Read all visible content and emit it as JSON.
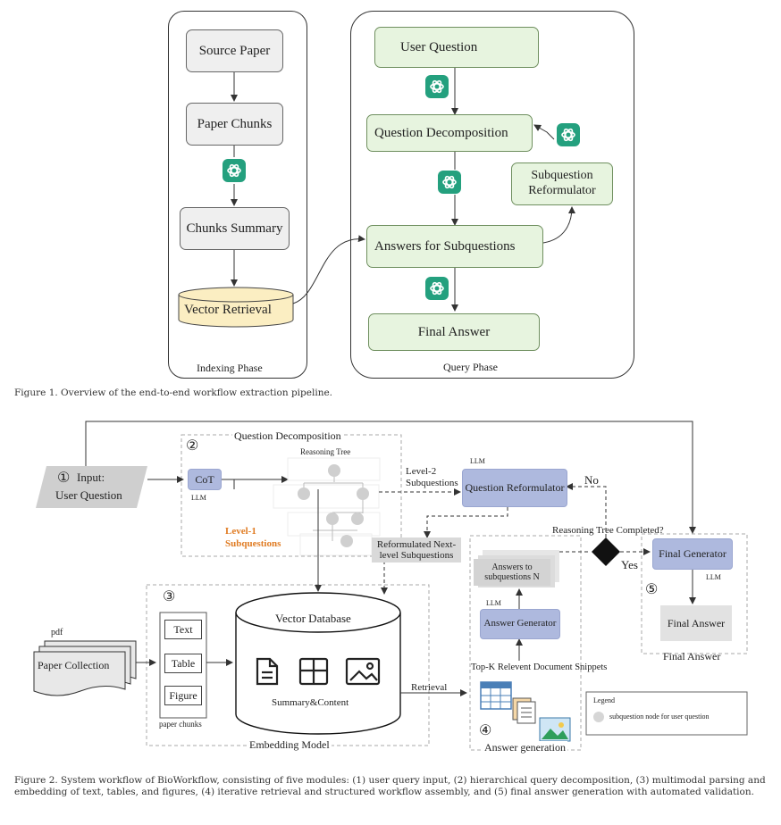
{
  "figure1": {
    "indexing": {
      "source_paper": "Source Paper",
      "paper_chunks": "Paper Chunks",
      "chunks_summary": "Chunks Summary",
      "vector_retrieval": "Vector Retrieval",
      "phase_label": "Indexing Phase"
    },
    "query": {
      "user_question": "User Question",
      "question_decomposition": "Question Decomposition",
      "subquestion_reformulator": "Subquestion Reformulator",
      "answers_for_subquestions": "Answers for Subquestions",
      "final_answer": "Final Answer",
      "phase_label": "Query Phase"
    },
    "caption": "Figure 1. Overview of the end-to-end workflow extraction pipeline."
  },
  "figure2": {
    "input": {
      "number": "①",
      "label": "Input:",
      "value": "User Question"
    },
    "decomposition": {
      "number": "②",
      "title": "Question Decomposition",
      "cot": "CoT",
      "llm": "LLM",
      "reasoning_tree": "Reasoning Tree",
      "level1": "Level-1 Subquestions",
      "level2": "Level-2 Subquestions"
    },
    "reformulator": {
      "llm": "LLM",
      "label": "Question Reformulator",
      "no": "No"
    },
    "reformulated_next": "Reformulated Next-level Subquestions",
    "reasoning_completed": "Reasoning Tree Completed?",
    "yes": "Yes",
    "final": {
      "number": "⑤",
      "generator": "Final Generator",
      "llm": "LLM",
      "answer_box": "Final Answer",
      "title": "Final Answer"
    },
    "embedding": {
      "number": "③",
      "pdf": "pdf",
      "paper_collection": "Paper Collection",
      "text": "Text",
      "table": "Table",
      "figure": "Figure",
      "paper_chunks": "paper chunks",
      "vector_database": "Vector Database",
      "summary_content": "Summary&Content",
      "title": "Embedding Model"
    },
    "retrieval": "Retrieval",
    "answer_gen": {
      "number": "④",
      "answers_to": "Answers to subquestions N",
      "llm": "LLM",
      "generator": "Answer Generator",
      "topk": "Top-K Relevent Document Snippets",
      "title": "Answer generation"
    },
    "legend": {
      "title": "Legend",
      "item": "subquestion node for user question"
    },
    "caption": "Figure 2. System workflow of BioWorkflow, consisting of five modules: (1) user query input, (2) hierarchical query decomposition, (3) multimodal parsing and embedding of text, tables, and figures, (4) iterative retrieval and structured workflow assembly, and (5) final answer generation with automated validation."
  },
  "colors": {
    "gpt_green": "#24a07e",
    "node_green": "#e7f4df",
    "node_gray": "#efefef",
    "cylinder_yellow": "#fbeec2",
    "blue_box": "#aeb9de",
    "level1_orange": "#e07b22"
  },
  "icons": [
    "openai-logo-icon",
    "document-icon",
    "table-icon",
    "image-icon",
    "spreadsheet-icon",
    "documents-icon",
    "decision-diamond-icon"
  ]
}
